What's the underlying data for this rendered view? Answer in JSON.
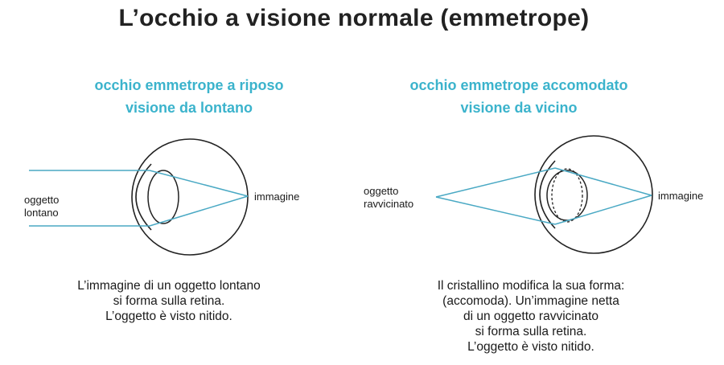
{
  "title": "L’occhio a visione normale (emmetrope)",
  "left": {
    "subtitle_line1": "occhio emmetrope a riposo",
    "subtitle_line2": "visione da lontano",
    "object_line1": "oggetto",
    "object_line2": "lontano",
    "image_label": "immagine",
    "caption_line1": "L’immagine di un oggetto lontano",
    "caption_line2": "si forma sulla retina.",
    "caption_line3": "L’oggetto è visto nitido."
  },
  "right": {
    "subtitle_line1": "occhio emmetrope accomodato",
    "subtitle_line2": "visione da vicino",
    "object_line1": "oggetto",
    "object_line2": "ravvicinato",
    "image_label": "immagine",
    "caption_line1": "Il cristallino modifica la sua forma:",
    "caption_line2": "(accomoda). Un’immagine netta",
    "caption_line3": "di un oggetto ravvicinato",
    "caption_line4": "si forma sulla retina.",
    "caption_line5": "L’oggetto è visto nitido."
  },
  "colors": {
    "accent": "#3bb3cc",
    "ray": "#4aa9c4",
    "outline": "#222222"
  }
}
